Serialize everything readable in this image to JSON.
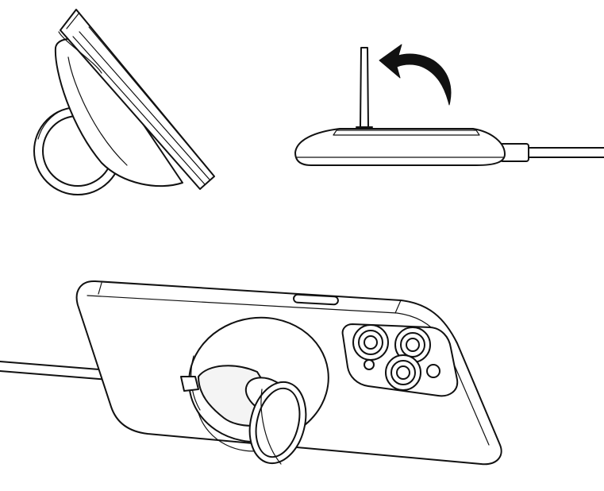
{
  "figure": {
    "panels": [
      "phone-on-stand-side-view",
      "charger-flat-with-lift-arrow",
      "phone-with-ring-and-cable"
    ],
    "icons": [
      "finger-ring-icon",
      "curved-arrow-icon",
      "charging-cable-icon",
      "camera-lens-icon"
    ],
    "colors": {
      "line": "#111111",
      "fill": "#ffffff",
      "shade": "#e6e6e6"
    }
  }
}
